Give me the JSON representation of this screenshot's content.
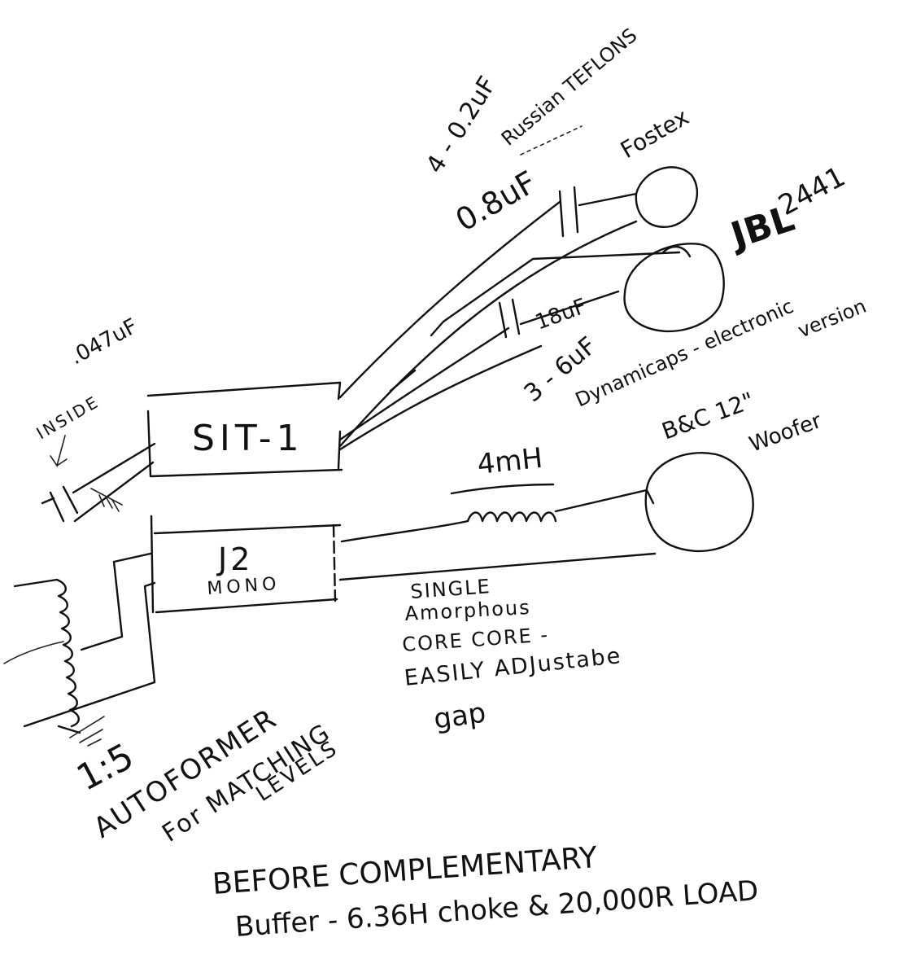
{
  "components": {
    "sit1": "SIT-1",
    "j2": "J2",
    "j2_sub": "MONO",
    "autoformer_ratio": "1:5"
  },
  "labels": {
    "cap_047": ".047uF",
    "inside": "INSIDE",
    "cap_02_line1": "4 - 0.2uF",
    "cap_02_line2": "Russian TEFLONS",
    "cap_08": "0.8uF",
    "fostex": "Fostex",
    "jbl": "JBL",
    "jbl_model": "2441",
    "cap_18": "18uF",
    "dynamicaps_line1": "3 - 6uF",
    "dynamicaps_line2": "Dynamicaps - electronic",
    "dynamicaps_line3": "version",
    "inductor": "4mH",
    "woofer_line1": "B&C  12\"",
    "woofer_line2": "Woofer",
    "choke_line1": "SINGLE",
    "choke_line2": "Amorphous",
    "choke_line3": "CORE CORE -",
    "choke_line4": "EASILY ADJustabe",
    "choke_line5": "gap",
    "autoformer_line1": "AUTOFORMER",
    "autoformer_line2": "For MATCHING",
    "autoformer_line3": "LEVELS",
    "bottom_line1": "BEFORE   COMPLEMENTARY",
    "bottom_line2": "Buffer  - 6.36H  choke  &  20,000R  LOAD"
  }
}
